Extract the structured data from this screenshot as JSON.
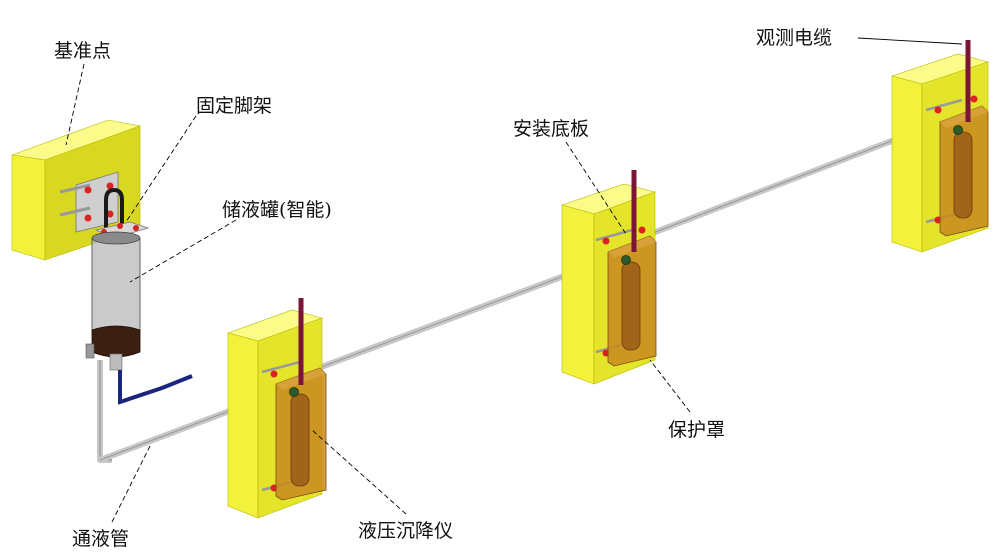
{
  "labels": {
    "benchmark": "基准点",
    "tripod": "固定脚架",
    "reservoir": "储液罐(智能)",
    "mount_plate": "安装底板",
    "cable": "观测电缆",
    "cover": "保护罩",
    "tube": "通液管",
    "gauge": "液压沉降仪"
  },
  "colors": {
    "pier_front": "#f2f23c",
    "pier_side": "#c9c915",
    "pier_top": "#fbfb8a",
    "cover": "#c8891f",
    "cable": "#7a1535",
    "tube": "#c7c7c7",
    "tank_liquid": "#3b1f10",
    "drain": "#1a2580",
    "bolt": "#dd2222"
  }
}
